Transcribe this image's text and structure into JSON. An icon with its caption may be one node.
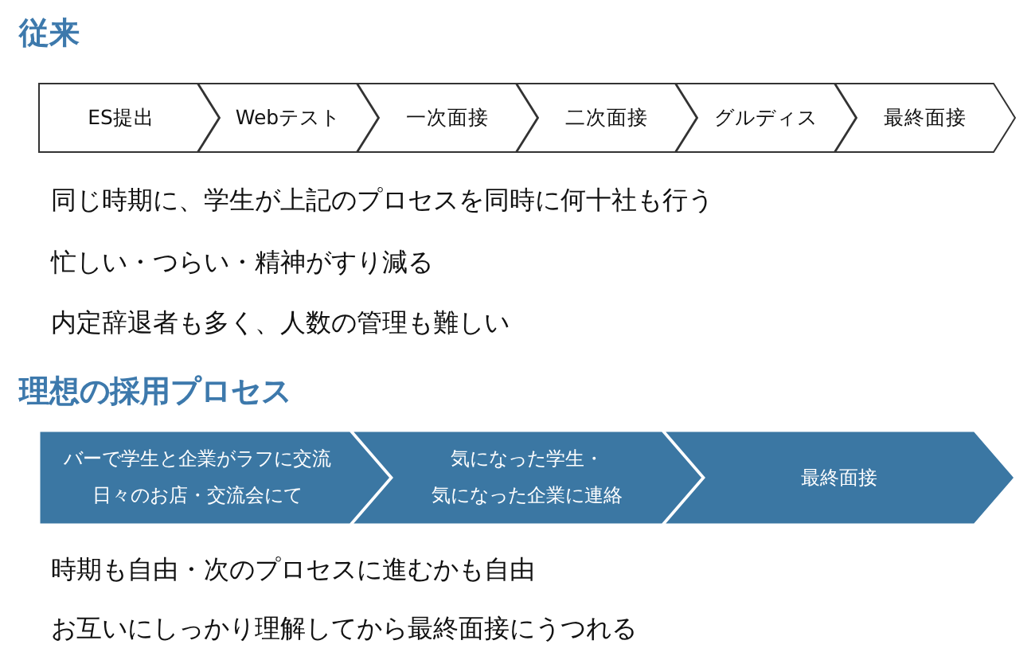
{
  "diagram": {
    "nodes": [
      {
        "text": [
          "ES提出"
        ]
      },
      {
        "text": [
          "Webテスト"
        ]
      },
      {
        "text": [
          "一次面接"
        ]
      },
      {
        "text": [
          "二次面接"
        ]
      },
      {
        "text": [
          "グルディス"
        ]
      },
      {
        "text": [
          "最終面接"
        ]
      },
      {
        "text": [
          "バーで学生と企業がラフに交流",
          "日々のお店・交流会にて"
        ]
      },
      {
        "text": [
          "気になった学生・",
          "気になった企業に連絡"
        ]
      },
      {
        "text": [
          "最終面接"
        ]
      }
    ],
    "labels": [
      "従来",
      "同じ時期に、学生が上記のプロセスを同時に何十社も行う",
      "忙しい・つらい・精神がすり減る",
      "内定辞退者も多く、人数の管理も難しい",
      "理想の採用プロセス",
      "時期も自由・次のプロセスに進むかも自由",
      "お互いにしっかり理解してから最終面接にうつれる"
    ]
  }
}
